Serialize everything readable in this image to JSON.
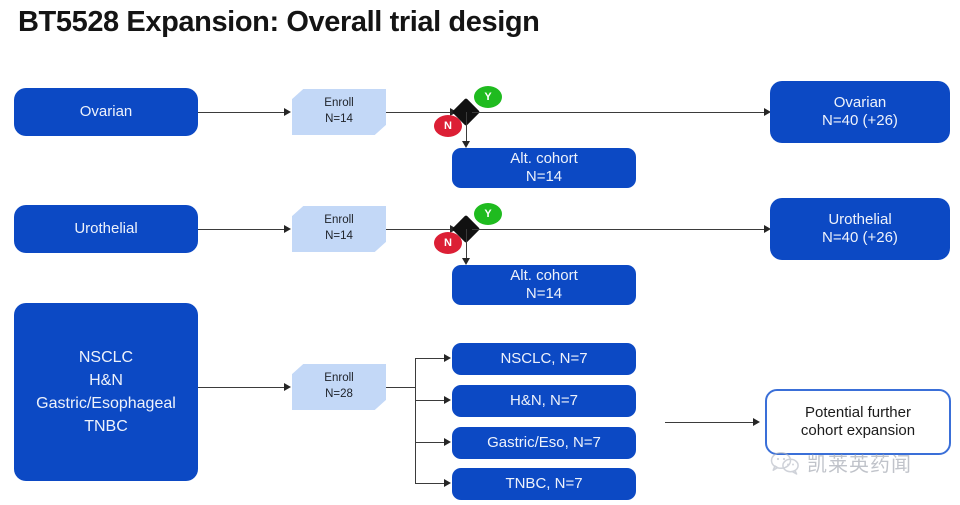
{
  "title": "BT5528 Expansion: Overall trial design",
  "colors": {
    "box_blue": "#0c49c4",
    "enroll_blue": "#c3d8f7",
    "outline_blue": "#3a6fd8",
    "yes_green": "#1fbb1f",
    "no_red": "#dc1f35",
    "diamond_black": "#111111",
    "connector": "#3b3b3b",
    "title_black": "#141414"
  },
  "rows": [
    {
      "id": "ovarian",
      "source_label": "Ovarian",
      "enroll": {
        "line1": "Enroll",
        "line2": "N=14"
      },
      "decision": {
        "yes_label": "Y",
        "no_label": "N"
      },
      "alt_cohort": {
        "line1": "Alt. cohort",
        "line2": "N=14"
      },
      "outcome": {
        "line1": "Ovarian",
        "line2": "N=40 (+26)"
      }
    },
    {
      "id": "urothelial",
      "source_label": "Urothelial",
      "enroll": {
        "line1": "Enroll",
        "line2": "N=14"
      },
      "decision": {
        "yes_label": "Y",
        "no_label": "N"
      },
      "alt_cohort": {
        "line1": "Alt. cohort",
        "line2": "N=14"
      },
      "outcome": {
        "line1": "Urothelial",
        "line2": "N=40 (+26)"
      }
    }
  ],
  "basket": {
    "source_lines": [
      "NSCLC",
      "H&N",
      "Gastric/Esophageal",
      "TNBC"
    ],
    "enroll": {
      "line1": "Enroll",
      "line2": "N=28"
    },
    "cohorts": [
      {
        "label": "NSCLC, N=7"
      },
      {
        "label": "H&N, N=7"
      },
      {
        "label": "Gastric/Eso, N=7"
      },
      {
        "label": "TNBC, N=7"
      }
    ],
    "expansion": {
      "line1": "Potential further",
      "line2": "cohort expansion"
    }
  },
  "watermark": {
    "icon": "wechat-icon",
    "text": "凯莱英药闻"
  }
}
